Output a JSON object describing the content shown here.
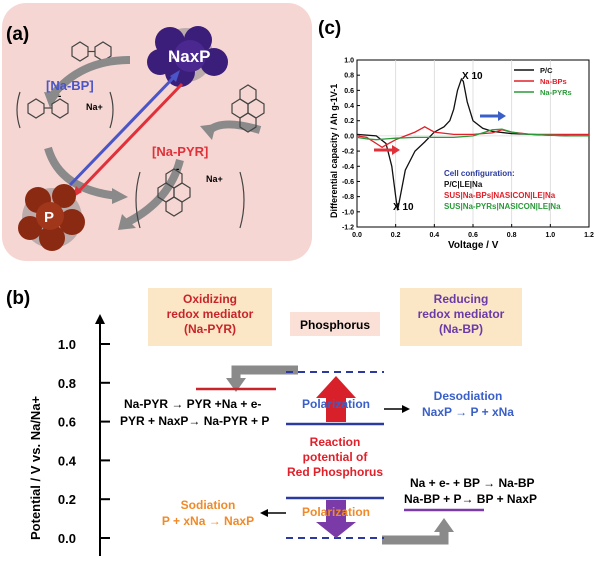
{
  "panels": {
    "a": "(a)",
    "b": "(b)",
    "c": "(c)"
  },
  "panel_a": {
    "naxp_label": "NaxP",
    "p_label": "P",
    "na_bp": "[Na-BP]",
    "na_pyr": "[Na-PYR]",
    "na_plus": "Na+",
    "minus": "-",
    "colors": {
      "bg": "#f6d6d2",
      "blue": "#4a55c8",
      "red": "#e0303a",
      "naxp": "#3b1e7a",
      "p": "#8a2a12"
    }
  },
  "chart_data": {
    "type": "line",
    "xlabel": "Voltage / V",
    "ylabel": "Differential capacity / Ah g-1V-1",
    "xlim": [
      0.0,
      1.2
    ],
    "ylim": [
      -1.2,
      1.0
    ],
    "xticks": [
      "0.0",
      "0.2",
      "0.4",
      "0.6",
      "0.8",
      "1.0",
      "1.2"
    ],
    "yticks": [
      "1.0",
      "0.8",
      "0.6",
      "0.4",
      "0.2",
      "0.0",
      "-0.2",
      "-0.4",
      "-0.6",
      "-0.8",
      "-1.0",
      "-1.2"
    ],
    "series": [
      {
        "name": "P/C",
        "color": "#111111",
        "x": [
          0.0,
          0.1,
          0.15,
          0.18,
          0.2,
          0.21,
          0.22,
          0.25,
          0.3,
          0.35,
          0.4,
          0.45,
          0.48,
          0.5,
          0.52,
          0.54,
          0.55,
          0.57,
          0.6,
          0.65,
          0.7,
          0.8,
          0.9,
          1.0,
          1.1,
          1.2
        ],
        "y": [
          0.02,
          0.0,
          -0.1,
          -0.4,
          -0.8,
          -0.98,
          -0.85,
          -0.45,
          -0.2,
          -0.08,
          0.05,
          0.12,
          0.2,
          0.35,
          0.6,
          0.75,
          0.72,
          0.45,
          0.2,
          0.1,
          0.06,
          0.03,
          0.02,
          0.01,
          0.0,
          0.0
        ]
      },
      {
        "name": "Na-BPs",
        "color": "#e0202a",
        "x": [
          0.0,
          0.05,
          0.1,
          0.13,
          0.15,
          0.2,
          0.25,
          0.3,
          0.35,
          0.4,
          0.5,
          0.6,
          0.7,
          0.75,
          0.8,
          0.9,
          1.0,
          1.1,
          1.2
        ],
        "y": [
          0.0,
          -0.02,
          -0.1,
          -0.15,
          -0.12,
          -0.05,
          0.0,
          0.05,
          0.12,
          0.05,
          0.02,
          0.02,
          0.04,
          0.08,
          0.05,
          0.02,
          0.02,
          0.02,
          0.02
        ]
      },
      {
        "name": "Na-PYRs",
        "color": "#2a9a3a",
        "x": [
          0.0,
          0.05,
          0.1,
          0.15,
          0.2,
          0.3,
          0.4,
          0.5,
          0.6,
          0.65,
          0.7,
          0.75,
          0.8,
          0.85,
          0.9,
          1.0,
          1.1,
          1.2
        ],
        "y": [
          -0.02,
          -0.04,
          -0.05,
          -0.04,
          -0.03,
          -0.02,
          -0.02,
          -0.02,
          0.0,
          0.04,
          0.08,
          0.09,
          0.05,
          0.03,
          0.02,
          0.01,
          0.0,
          0.0
        ]
      }
    ],
    "annotations": [
      "X 10",
      "X 10"
    ],
    "legend": [
      "P/C",
      "Na-BPs",
      "Na-PYRs"
    ],
    "legend_placement": "top-right",
    "config_title": "Cell configuration:",
    "config_lines": [
      "P/C|LE|Na",
      "SUS|Na-BPs|NASICON|LE|Na",
      "SUS|Na-PYRs|NASICON|LE|Na"
    ],
    "config_colors": [
      "#111111",
      "#e0202a",
      "#2a9a3a"
    ]
  },
  "panel_b": {
    "oxidizing_title": "Oxidizing\nredox mediator\n(Na-PYR)",
    "reducing_title": "Reducing\nredox mediator\n(Na-BP)",
    "phosphorus": "Phosphorus",
    "axis_label": "Potential / V vs. Na/Na+",
    "ticks": [
      "1.0",
      "0.8",
      "0.6",
      "0.4",
      "0.2",
      "0.0"
    ],
    "eq_pyr1": "Na-PYR → PYR +Na + e-",
    "eq_pyr2": "PYR + NaxP→ Na-PYR + P",
    "polarization": "Polarization",
    "reaction_potential": "Reaction\npotential of\nRed Phosphorus",
    "desodiation": "Desodiation",
    "desodiation_eq": "NaxP → P + xNa",
    "sodiation": "Sodiation",
    "sodiation_eq": "P + xNa → NaxP",
    "eq_bp1": "Na + e- + BP → Na-BP",
    "eq_bp2": "Na-BP + P→ BP + NaxP",
    "colors": {
      "box": "#fbe7c5",
      "oxid_text": "#c8242a",
      "red_text": "#e0202a",
      "reduc_text": "#6a3aa8",
      "blue": "#3a60c8",
      "orange": "#f08a28",
      "purple": "#7a3aa8",
      "gray": "#8a8a8a",
      "level": "#2a3aa0"
    }
  }
}
